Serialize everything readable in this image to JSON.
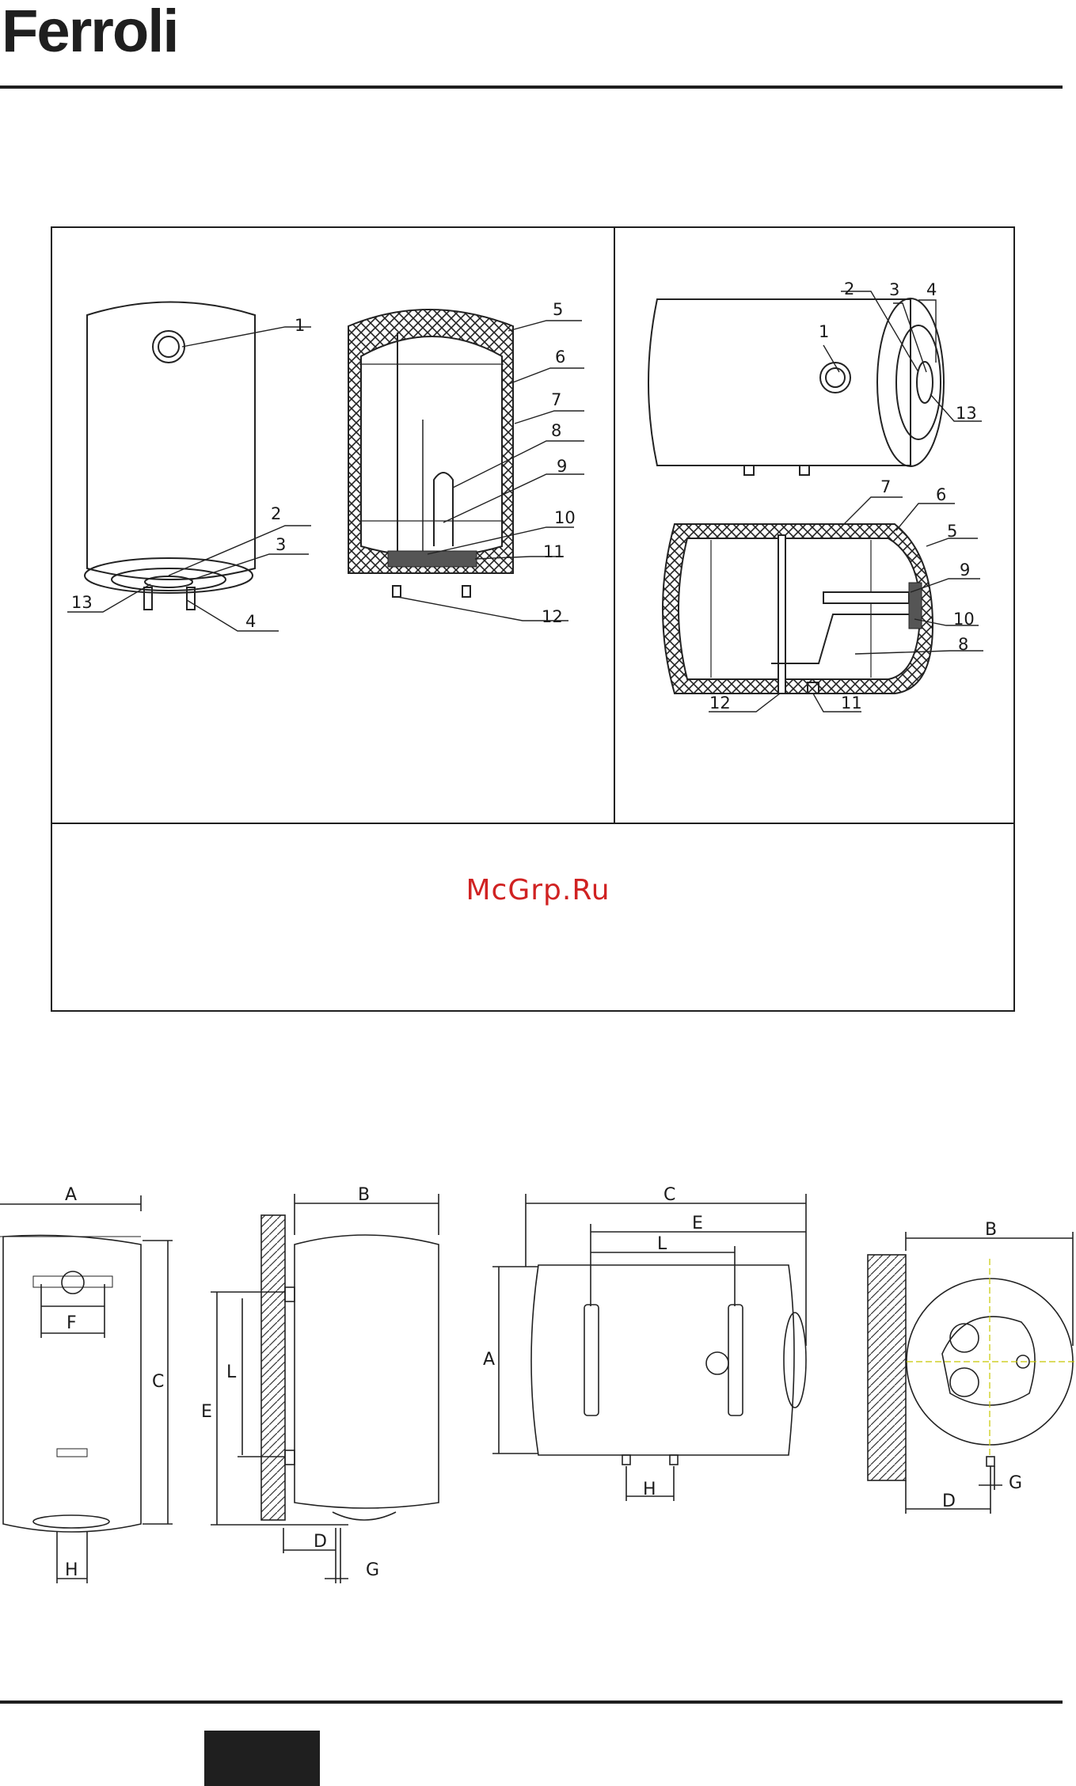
{
  "brand": {
    "name": "Ferroli"
  },
  "watermark": {
    "text": "McGrp.Ru"
  },
  "callouts": {
    "vertical_exterior": [
      "1",
      "2",
      "3",
      "13",
      "4"
    ],
    "vertical_section": [
      "5",
      "6",
      "7",
      "8",
      "9",
      "10",
      "11",
      "12"
    ],
    "horizontal_exterior": [
      "2",
      "3",
      "4",
      "1",
      "13"
    ],
    "horizontal_section": [
      "7",
      "6",
      "5",
      "9",
      "10",
      "8",
      "12",
      "11"
    ]
  },
  "dimensions": {
    "front_vertical": [
      "A",
      "F",
      "C",
      "H"
    ],
    "side_vertical": [
      "B",
      "E",
      "L",
      "D",
      "G"
    ],
    "front_horizontal": [
      "C",
      "E",
      "L",
      "A",
      "H"
    ],
    "side_horizontal": [
      "B",
      "D",
      "G"
    ]
  }
}
